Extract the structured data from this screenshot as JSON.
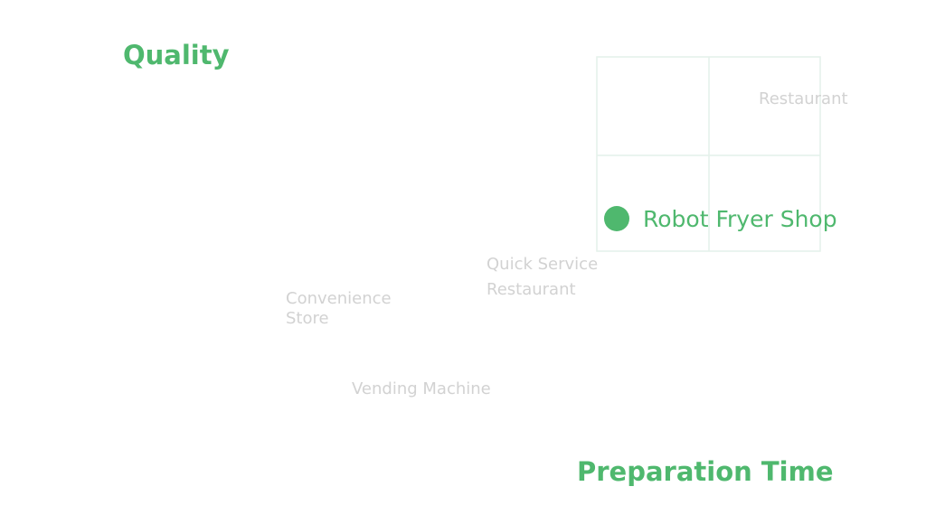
{
  "chart_data": {
    "type": "scatter",
    "title": "",
    "xlabel": "Preparation Time",
    "ylabel": "Quality",
    "accent_color": "#4fb86e",
    "muted_color": "#d2d2d2",
    "grid_color": "#e4f1ea",
    "points": [
      {
        "label": "Restaurant",
        "lines": [
          "Restaurant"
        ],
        "highlight": false
      },
      {
        "label": "Robot Fryer Shop",
        "lines": [
          "Robot Fryer Shop"
        ],
        "highlight": true
      },
      {
        "label": "Quick Service Restaurant",
        "lines": [
          "Quick Service",
          "Restaurant"
        ],
        "highlight": false
      },
      {
        "label": "Convenience Store",
        "lines": [
          "Convenience",
          "Store"
        ],
        "highlight": false
      },
      {
        "label": "Vending Machine",
        "lines": [
          "Vending Machine"
        ],
        "highlight": false
      }
    ]
  }
}
